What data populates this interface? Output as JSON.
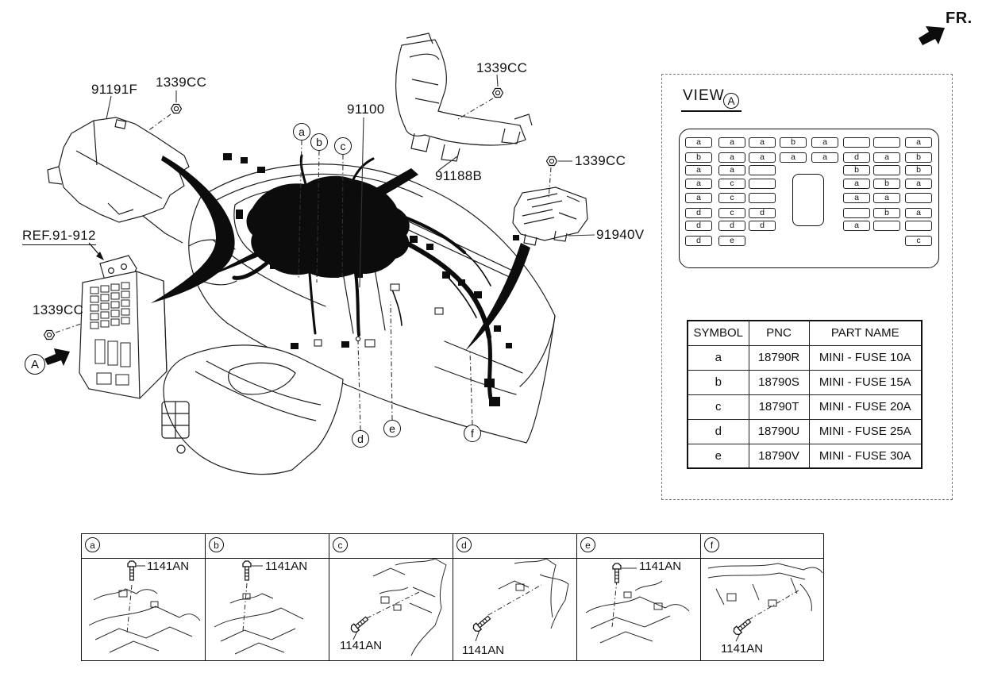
{
  "fr_label": "FR.",
  "view_marker": "A",
  "labels": {
    "p91191F": "91191F",
    "n1339cc_top_left": "1339CC",
    "p91100": "91100",
    "n1339cc_top_center": "1339CC",
    "p91188B": "91188B",
    "n1339cc_right": "1339CC",
    "p91940V": "91940V",
    "ref_label": "REF.91-912",
    "n1339cc_left": "1339CC"
  },
  "callouts": {
    "a": "a",
    "b": "b",
    "c": "c",
    "d": "d",
    "e": "e",
    "f": "f"
  },
  "view_panel": {
    "title": "VIEW",
    "marker": "A",
    "fuse_grid": {
      "rows": [
        [
          "a",
          "a",
          "a",
          "b",
          "a",
          "",
          "",
          "a"
        ],
        [
          "b",
          "a",
          "a",
          "a",
          "a",
          "d",
          "a",
          "b"
        ],
        [
          "a",
          "a",
          "",
          null,
          null,
          "b",
          "",
          "b"
        ],
        [
          "a",
          "c",
          "",
          null,
          null,
          "a",
          "b",
          "a"
        ],
        [
          "a",
          "c",
          "",
          null,
          null,
          "a",
          "a",
          ""
        ],
        [
          "d",
          "c",
          "d",
          null,
          null,
          "",
          "b",
          "a"
        ],
        [
          "d",
          "d",
          "d",
          null,
          null,
          "a",
          "",
          ""
        ],
        [
          "d",
          "e",
          null,
          null,
          null,
          null,
          null,
          "c"
        ]
      ]
    },
    "table": {
      "headers": [
        "SYMBOL",
        "PNC",
        "PART NAME"
      ],
      "rows": [
        [
          "a",
          "18790R",
          "MINI - FUSE 10A"
        ],
        [
          "b",
          "18790S",
          "MINI - FUSE 15A"
        ],
        [
          "c",
          "18790T",
          "MINI - FUSE 20A"
        ],
        [
          "d",
          "18790U",
          "MINI - FUSE 25A"
        ],
        [
          "e",
          "18790V",
          "MINI - FUSE 30A"
        ]
      ]
    }
  },
  "bottom_strip": {
    "panels": [
      {
        "letter": "a",
        "bolt_label": "1141AN"
      },
      {
        "letter": "b",
        "bolt_label": "1141AN"
      },
      {
        "letter": "c",
        "bolt_label": "1141AN"
      },
      {
        "letter": "d",
        "bolt_label": "1141AN"
      },
      {
        "letter": "e",
        "bolt_label": "1141AN"
      },
      {
        "letter": "f",
        "bolt_label": "1141AN"
      }
    ]
  },
  "colors": {
    "ink": "#111111",
    "line": "#222222",
    "dash_border": "#7a7a7a"
  }
}
